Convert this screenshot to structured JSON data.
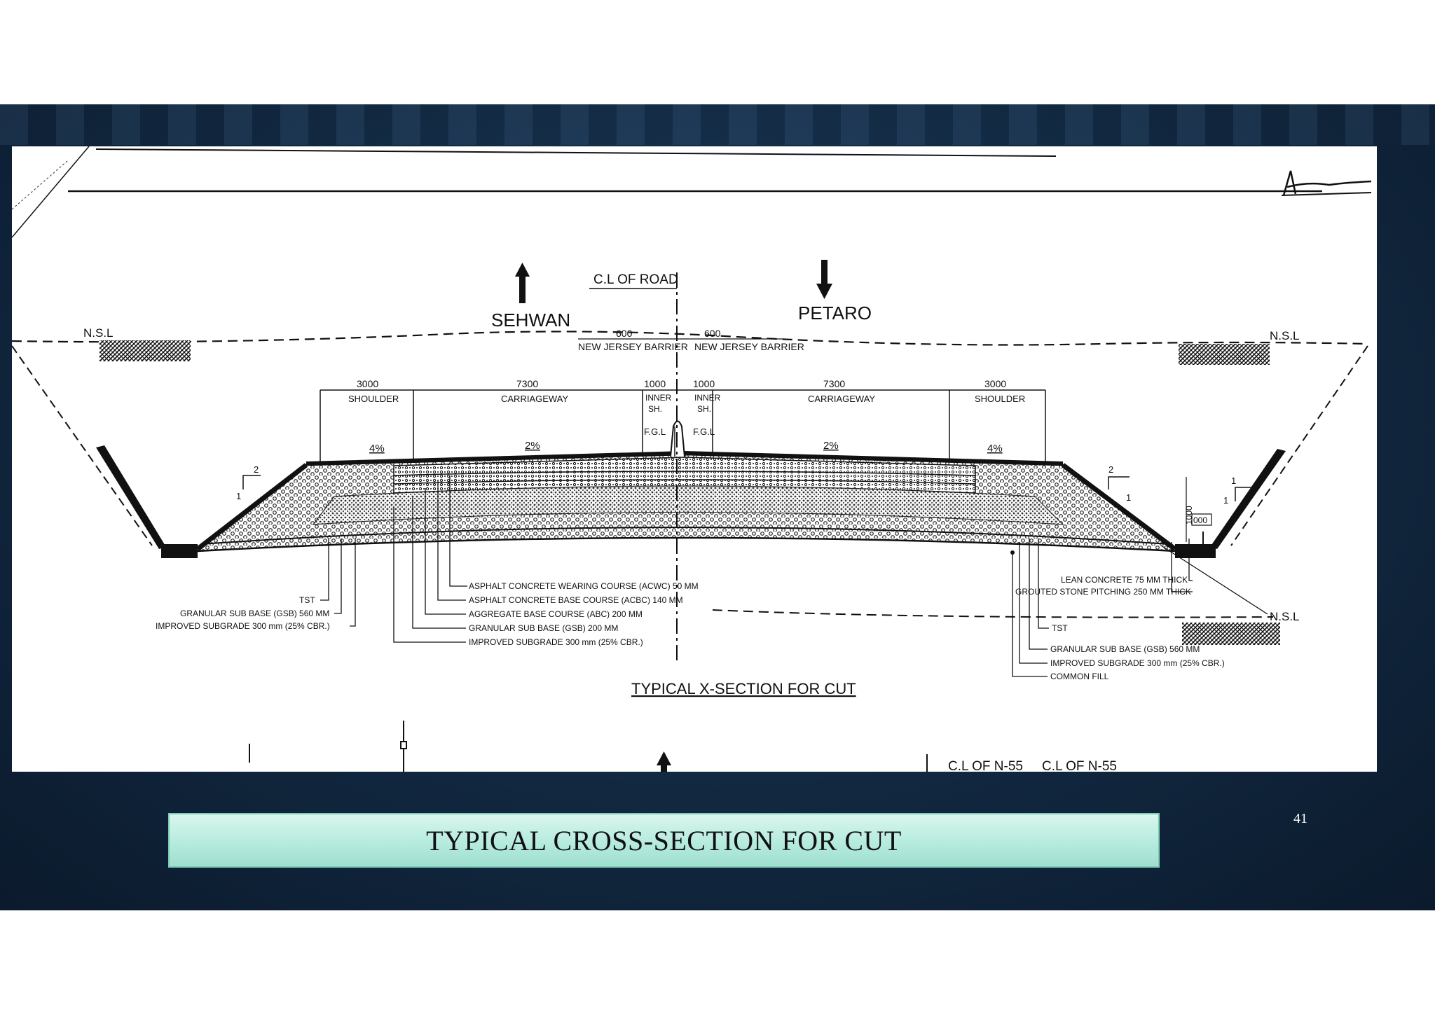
{
  "slide": {
    "caption": "TYPICAL CROSS-SECTION FOR CUT",
    "page_number": "41"
  },
  "drawing": {
    "directions": {
      "left": "SEHWAN",
      "right": "PETARO"
    },
    "centerline_label": "C.L OF ROAD",
    "nsl_label": "N.S.L",
    "barrier": {
      "width": "600",
      "label": "NEW JERSEY BARRIER"
    },
    "widths": {
      "shoulder": "3000",
      "shoulder_label": "SHOULDER",
      "carriageway": "7300",
      "carriageway_label": "CARRIAGEWAY",
      "inner_shoulder": "1000",
      "inner_label_1": "INNER",
      "inner_label_2": "SH.",
      "fgl": "F.G.L"
    },
    "slopes": {
      "shoulder": "4%",
      "carriageway": "2%"
    },
    "side_slope": {
      "h": "2",
      "v": "1"
    },
    "cut_slope": {
      "h": "1",
      "v": "1"
    },
    "drain_dims": {
      "depth": "1000",
      "width": "000"
    },
    "layers_center": [
      "ASPHALT CONCRETE WEARING COURSE (ACWC) 50 MM",
      "ASPHALT CONCRETE BASE COURSE (ACBC) 140 MM",
      "AGGREGATE BASE COURSE (ABC) 200 MM",
      "GRANULAR SUB BASE (GSB) 200 MM",
      "IMPROVED SUBGRADE 300 mm (25% CBR.)"
    ],
    "layers_left": [
      "TST",
      "GRANULAR SUB BASE (GSB) 560 MM",
      "IMPROVED SUBGRADE 300 mm (25% CBR.)"
    ],
    "layers_right_top": [
      "LEAN CONCRETE 75 MM THICK",
      "GROUTED STONE PITCHING 250 MM THICK"
    ],
    "layers_right_bottom": [
      "TST",
      "GRANULAR SUB BASE (GSB) 560 MM",
      "IMPROVED SUBGRADE 300 mm (25% CBR.)",
      "COMMON FILL"
    ],
    "section_title": "TYPICAL X-SECTION FOR CUT",
    "bottom_labels": [
      "C.L OF N-55",
      "C.L OF N-55"
    ]
  }
}
